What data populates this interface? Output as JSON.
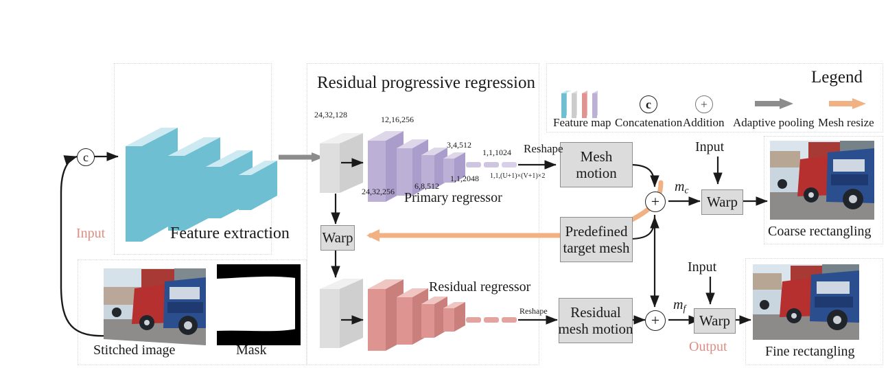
{
  "figure": {
    "panels": {
      "feature_extraction": "Feature extraction",
      "residual_progressive_regression": "Residual progressive regression",
      "legend": "Legend"
    },
    "left": {
      "input_label": "Input",
      "concat_icon": "c",
      "stitched_image_label": "Stitched image",
      "mask_label": "Mask"
    },
    "primary": {
      "title": "Primary regressor",
      "dims_gray": "24,32,128",
      "dims_gray_bottom": "24,32,256",
      "dims_1": "12,16,256",
      "dims_2": "6,8,512",
      "dims_3": "3,4,512",
      "dims_4": "1,1,1024",
      "dims_5": "1,1,2048",
      "dims_6": "1,1,(U+1)×(V+1)×2",
      "reshape": "Reshape",
      "mesh_motion": "Mesh\nmotion",
      "predefined_target_mesh": "Predefined\ntarget mesh",
      "warp_mid": "Warp"
    },
    "residual": {
      "title": "Residual regressor",
      "reshape": "Reshape",
      "residual_mesh_motion": "Residual\nmesh motion"
    },
    "outputs": {
      "mc": "m",
      "mc_sub": "c",
      "mf": "m",
      "mf_sub": "f",
      "warp_top": "Warp",
      "warp_bottom": "Warp",
      "input_top": "Input",
      "input_bottom": "Input",
      "output_label": "Output",
      "coarse_label": "Coarse rectangling",
      "fine_label": "Fine rectangling"
    },
    "legend": {
      "items": [
        {
          "icon": "feature-map-icon",
          "label": "Feature map"
        },
        {
          "icon": "concatenation-icon",
          "label": "Concatenation",
          "glyph": "c"
        },
        {
          "icon": "addition-icon",
          "label": "Addition",
          "glyph": "+"
        },
        {
          "icon": "adaptive-pooling-icon",
          "label": "Adaptive pooling"
        },
        {
          "icon": "mesh-resize-icon",
          "label": "Mesh resize"
        }
      ]
    },
    "colors": {
      "teal": "#6fbfd2",
      "teal_light": "#aadbe6",
      "teal_dark": "#5aa8bd",
      "gray": "#d5d5d5",
      "gray_light": "#e8e8e8",
      "gray_dark": "#bcbcbc",
      "purple": "#bdb0d6",
      "purple_light": "#d6cde6",
      "purple_dark": "#a396c4",
      "red": "#de9490",
      "red_light": "#eab4b0",
      "red_dark": "#cd7f7b",
      "orange": "#f2b183",
      "pink_text": "#e08d83",
      "arrow_gray": "#8c8c8c"
    }
  }
}
